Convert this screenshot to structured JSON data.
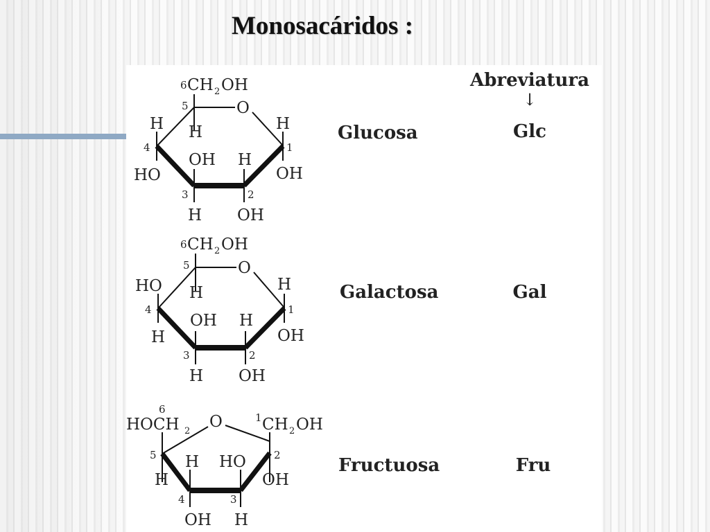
{
  "slide": {
    "title": "Monosacáridos :",
    "accent_color": "#8fa9c4"
  },
  "header": {
    "abbreviation_label": "Abreviatura",
    "arrow": "↓"
  },
  "sugars": [
    {
      "name": "Glucosa",
      "abbreviation": "Glc",
      "top_group_num": "6",
      "top_group_a": "CH",
      "top_group_sub": "2",
      "top_group_b": "OH",
      "ring_oxygen": "O",
      "c5_h": "H",
      "c4_up": "H",
      "c4_down": "HO",
      "c3_up": "OH",
      "c3_down": "H",
      "c2_up": "H",
      "c2_down": "OH",
      "c1_up": "H",
      "c1_down": "OH",
      "n1": "1",
      "n2": "2",
      "n3": "3",
      "n4": "4",
      "n5": "5"
    },
    {
      "name": "Galactosa",
      "abbreviation": "Gal",
      "top_group_num": "6",
      "top_group_a": "CH",
      "top_group_sub": "2",
      "top_group_b": "OH",
      "ring_oxygen": "O",
      "c5_h": "H",
      "c4_up": "HO",
      "c4_down": "H",
      "c3_up": "OH",
      "c3_down": "H",
      "c2_up": "H",
      "c2_down": "OH",
      "c1_up": "H",
      "c1_down": "OH",
      "n1": "1",
      "n2": "2",
      "n3": "3",
      "n4": "4",
      "n5": "5"
    },
    {
      "name": "Fructuosa",
      "abbreviation": "Fru",
      "c6_num": "6",
      "left_group_a": "HOCH",
      "left_group_sub": "2",
      "ring_oxygen": "O",
      "c1_num": "1",
      "right_group_a": "CH",
      "right_group_sub": "2",
      "right_group_b": "OH",
      "c5_h": "H",
      "c4_up": "H",
      "c4_down": "OH",
      "c3_up": "HO",
      "c3_down": "H",
      "c2_down": "OH",
      "n2": "2",
      "n3": "3",
      "n4": "4",
      "n5": "5"
    }
  ]
}
